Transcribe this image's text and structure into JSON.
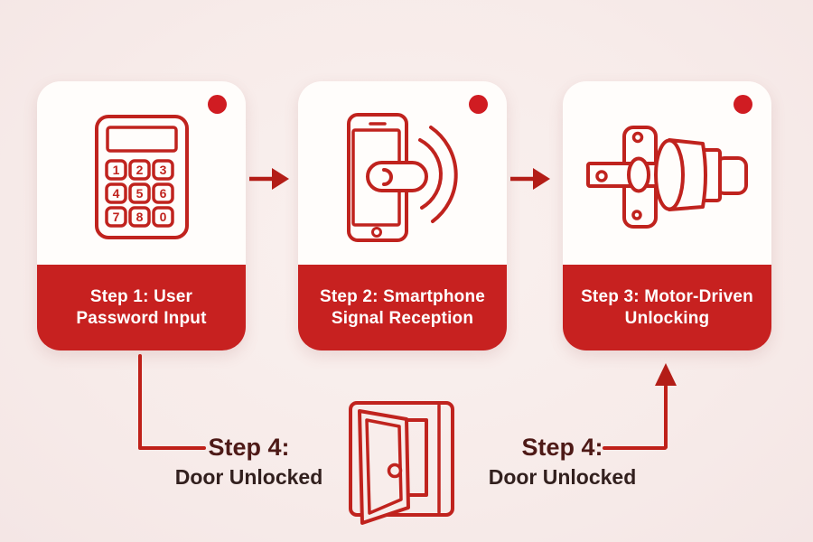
{
  "diagram": {
    "type": "process-flow",
    "subject": "smart-lock-unlocking-sequence",
    "colors": {
      "background": "#f7ecea",
      "card_background": "#fffdfb",
      "band_red": "#c72120",
      "icon_stroke_red": "#c0231e",
      "status_dot_red": "#d01c22",
      "arrow_red": "#b31d17",
      "connector_red": "#bf2019",
      "final_title_maroon": "#4e1a17",
      "final_subtitle_dark": "#32201e",
      "caption_text": "#ffffff"
    },
    "cards": [
      {
        "icon": "keypad-icon",
        "caption_line1": "Step 1: User",
        "caption_line2": "Password Input"
      },
      {
        "icon": "smartphone-signal-icon",
        "caption_line1": "Step 2: Smartphone",
        "caption_line2": "Signal Reception"
      },
      {
        "icon": "motor-icon",
        "caption_line1": "Step 3: Motor-Driven",
        "caption_line2": "Unlocking"
      }
    ],
    "keypad_keys": [
      "1",
      "2",
      "3",
      "4",
      "5",
      "6",
      "7",
      "8",
      "0"
    ],
    "final_step_left": {
      "line1": "Step 4:",
      "line2": "Door Unlocked"
    },
    "final_step_right": {
      "line1": "Step 4:",
      "line2": "Door Unlocked"
    }
  }
}
